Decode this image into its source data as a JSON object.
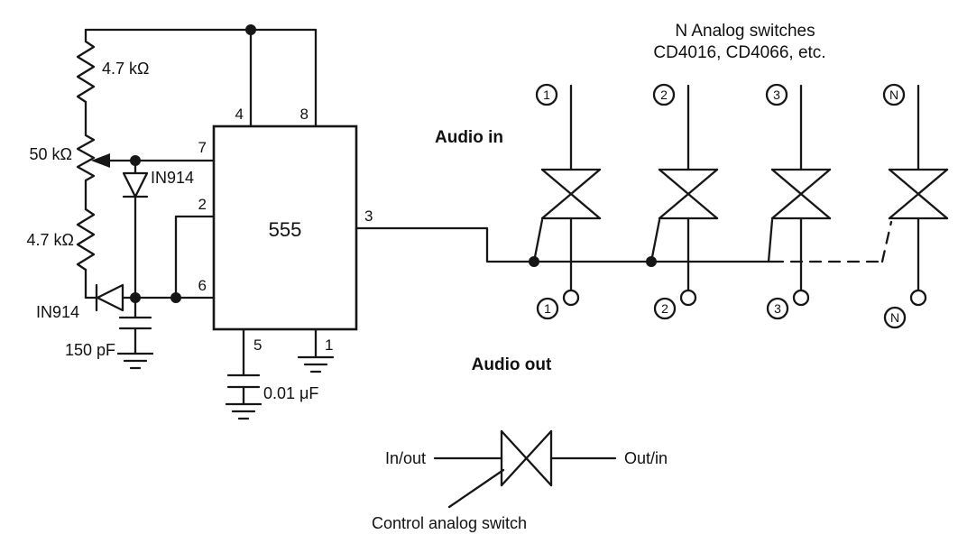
{
  "header": {
    "title_line1": "N Analog switches",
    "title_line2": "CD4016, CD4066, etc."
  },
  "timer": {
    "ic_label": "555",
    "pins": {
      "p1": "1",
      "p2": "2",
      "p3": "3",
      "p4": "4",
      "p5": "5",
      "p6": "6",
      "p7": "7",
      "p8": "8"
    },
    "r_top": "4.7 kΩ",
    "pot": "50 kΩ",
    "r_bottom": "4.7 kΩ",
    "diode_top": "IN914",
    "diode_bottom": "IN914",
    "cap_timing": "150 pF",
    "cap_control": "0.01 μF"
  },
  "audio": {
    "in_label": "Audio in",
    "out_label": "Audio out"
  },
  "switches": [
    {
      "in_num": "1",
      "out_num": "1"
    },
    {
      "in_num": "2",
      "out_num": "2"
    },
    {
      "in_num": "3",
      "out_num": "3"
    },
    {
      "in_num": "N",
      "out_num": "N"
    }
  ],
  "legend": {
    "left": "In/out",
    "right": "Out/in",
    "caption": "Control analog switch"
  }
}
